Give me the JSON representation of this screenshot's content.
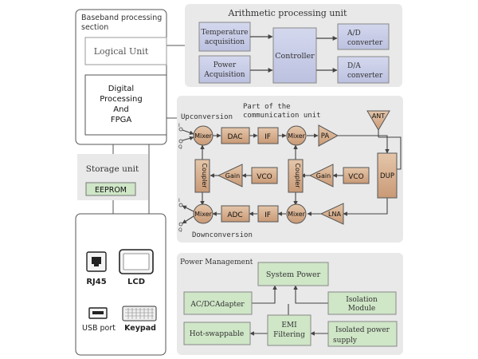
{
  "baseband": {
    "title": "Baseband processing section",
    "logical_unit": "Logical Unit",
    "digital_processing": [
      "Digital",
      "Processing",
      "And",
      "FPGA"
    ]
  },
  "storage": {
    "title": "Storage unit",
    "eeprom": "EEPROM"
  },
  "io": {
    "rj45": "RJ45",
    "lcd": "LCD",
    "usb": "USB port",
    "keypad": "Keypad"
  },
  "arithmetic": {
    "title": "Arithmetic processing unit",
    "temperature": [
      "Temperature",
      "acquisition"
    ],
    "power": [
      "Power",
      "Acquisition"
    ],
    "controller": "Controller",
    "ad": [
      "A/D",
      "converter"
    ],
    "da": [
      "D/A",
      "converter"
    ]
  },
  "communication": {
    "title": [
      "Part of the",
      "communication unit"
    ],
    "upconversion": "Upconversion",
    "downconversion": "Downconversion",
    "mixer": "Mixer",
    "dac": "DAC",
    "adc": "ADC",
    "if": "IF",
    "pa": "PA",
    "lna": "LNA",
    "ant": "ANT",
    "dup": "DUP",
    "coupler": "Coupler",
    "gain": "Gain",
    "vco": "VCO",
    "i": "I",
    "q": "Q"
  },
  "power_mgmt": {
    "title": "Power Management",
    "system_power": "System Power",
    "ac_dc": "AC/DCAdapter",
    "isolation": [
      "Isolation",
      "Module"
    ],
    "hot_swappable": "Hot-swappable",
    "emi": [
      "EMI",
      "Filtering"
    ],
    "isolated_supply": [
      "Isolated power",
      "supply"
    ]
  },
  "colors": {
    "panel": "#e9e9e9",
    "blue_block": "#c9cde6",
    "tan_block": "#d9b79a",
    "green_block": "#cfe6c7",
    "line": "#4a4a4a",
    "text": "#333333"
  }
}
